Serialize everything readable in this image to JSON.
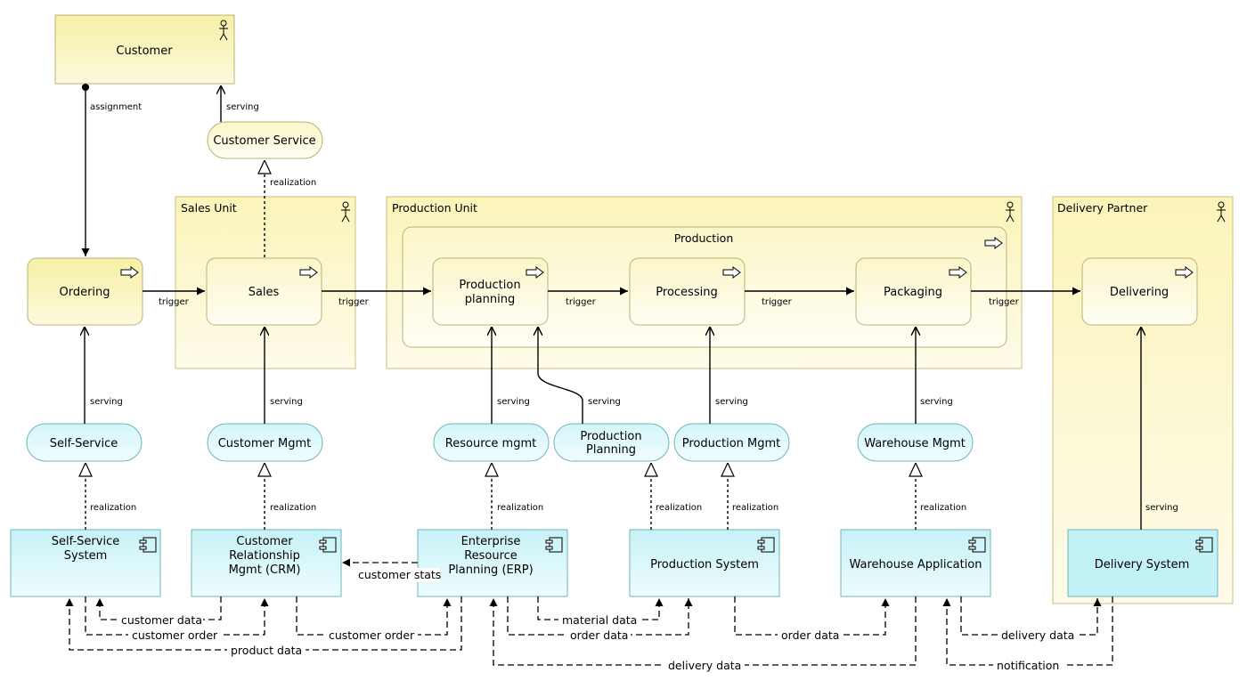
{
  "diagram": {
    "groups": {
      "sales_unit": "Sales Unit",
      "production_unit": "Production Unit",
      "production": "Production",
      "delivery_partner": "Delivery Partner"
    },
    "actors": {
      "customer": "Customer"
    },
    "business_services": {
      "customer_service": "Customer Service"
    },
    "processes": {
      "ordering": "Ordering",
      "sales": "Sales",
      "production_planning": [
        "Production",
        "planning"
      ],
      "processing": "Processing",
      "packaging": "Packaging",
      "delivering": "Delivering"
    },
    "app_services": {
      "self_service": "Self-Service",
      "customer_mgmt": "Customer Mgmt",
      "resource_mgmt": "Resource mgmt",
      "production_planning": [
        "Production",
        "Planning"
      ],
      "production_mgmt": "Production Mgmt",
      "warehouse_mgmt": "Warehouse Mgmt"
    },
    "components": {
      "self_service_system": [
        "Self-Service",
        "System"
      ],
      "crm": [
        "Customer",
        "Relationship",
        "Mgmt (CRM)"
      ],
      "erp": [
        "Enterprise",
        "Resource",
        "Planning (ERP)"
      ],
      "production_system": "Production System",
      "warehouse_application": "Warehouse Application",
      "delivery_system": "Delivery System"
    },
    "relation_labels": {
      "assignment": "assignment",
      "serving": "serving",
      "realization": "realization",
      "trigger": "trigger"
    },
    "flow_labels": {
      "customer_stats": "customer stats",
      "customer_data": "customer data",
      "customer_order_1": "customer order",
      "customer_order_2": "customer order",
      "product_data": "product data",
      "material_data": "material data",
      "order_data_1": "order data",
      "order_data_2": "order data",
      "delivery_data_1": "delivery data",
      "delivery_data_2": "delivery data",
      "notification": "notification"
    },
    "colors": {
      "business_fill": "#fbf6c3",
      "business_stroke": "#b9b17a",
      "group_fill": "#fdf8c8",
      "app_fill": "#ccf3f7",
      "app_stroke": "#6fb4bd",
      "line": "#000000"
    }
  }
}
